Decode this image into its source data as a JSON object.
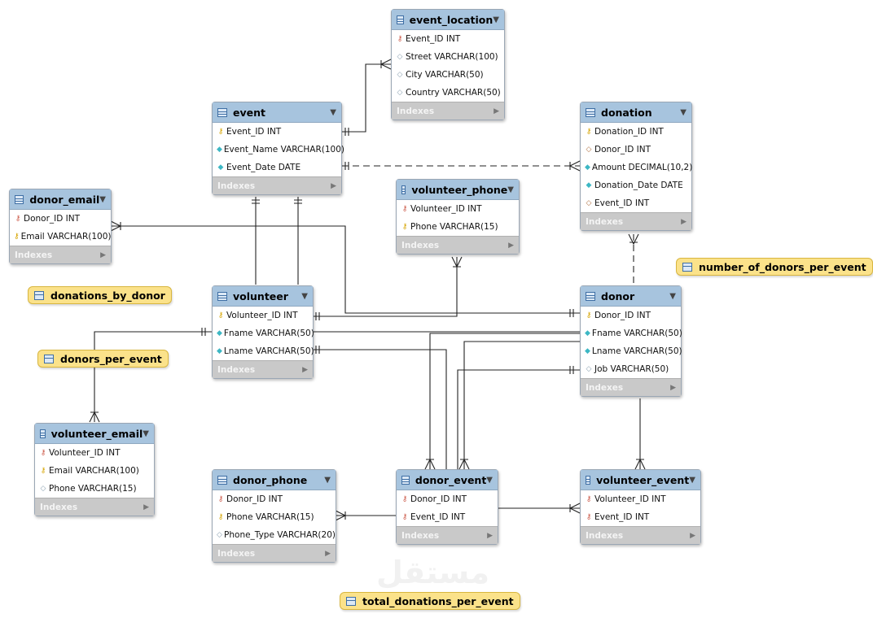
{
  "diagram": {
    "footer_label": "Indexes",
    "tables": [
      {
        "id": "event_location",
        "title": "event_location",
        "columns": [
          {
            "icon": "key-red",
            "text": "Event_ID INT"
          },
          {
            "icon": "diamond-open",
            "text": "Street VARCHAR(100)"
          },
          {
            "icon": "diamond-open",
            "text": "City VARCHAR(50)"
          },
          {
            "icon": "diamond-open",
            "text": "Country VARCHAR(50)"
          }
        ]
      },
      {
        "id": "event",
        "title": "event",
        "columns": [
          {
            "icon": "key-gold",
            "text": "Event_ID INT"
          },
          {
            "icon": "diamond-cyan",
            "text": "Event_Name VARCHAR(100)"
          },
          {
            "icon": "diamond-cyan",
            "text": "Event_Date DATE"
          }
        ]
      },
      {
        "id": "donation",
        "title": "donation",
        "columns": [
          {
            "icon": "key-gold",
            "text": "Donation_ID INT"
          },
          {
            "icon": "diamond-brown",
            "text": "Donor_ID INT"
          },
          {
            "icon": "diamond-cyan",
            "text": "Amount DECIMAL(10,2)"
          },
          {
            "icon": "diamond-cyan",
            "text": "Donation_Date DATE"
          },
          {
            "icon": "diamond-brown",
            "text": "Event_ID INT"
          }
        ]
      },
      {
        "id": "donor_email",
        "title": "donor_email",
        "columns": [
          {
            "icon": "key-red",
            "text": "Donor_ID INT"
          },
          {
            "icon": "key-gold",
            "text": "Email VARCHAR(100)"
          }
        ]
      },
      {
        "id": "volunteer_phone",
        "title": "volunteer_phone",
        "columns": [
          {
            "icon": "key-red",
            "text": "Volunteer_ID INT"
          },
          {
            "icon": "key-gold",
            "text": "Phone VARCHAR(15)"
          }
        ]
      },
      {
        "id": "volunteer",
        "title": "volunteer",
        "columns": [
          {
            "icon": "key-gold",
            "text": "Volunteer_ID INT"
          },
          {
            "icon": "diamond-cyan",
            "text": "Fname VARCHAR(50)"
          },
          {
            "icon": "diamond-cyan",
            "text": "Lname VARCHAR(50)"
          }
        ]
      },
      {
        "id": "donor",
        "title": "donor",
        "columns": [
          {
            "icon": "key-gold",
            "text": "Donor_ID INT"
          },
          {
            "icon": "diamond-cyan",
            "text": "Fname VARCHAR(50)"
          },
          {
            "icon": "diamond-cyan",
            "text": "Lname VARCHAR(50)"
          },
          {
            "icon": "diamond-open",
            "text": "Job VARCHAR(50)"
          }
        ]
      },
      {
        "id": "volunteer_email",
        "title": "volunteer_email",
        "columns": [
          {
            "icon": "key-red",
            "text": "Volunteer_ID INT"
          },
          {
            "icon": "key-gold",
            "text": "Email VARCHAR(100)"
          },
          {
            "icon": "diamond-open",
            "text": "Phone VARCHAR(15)"
          }
        ]
      },
      {
        "id": "donor_phone",
        "title": "donor_phone",
        "columns": [
          {
            "icon": "key-red",
            "text": "Donor_ID INT"
          },
          {
            "icon": "key-gold",
            "text": "Phone VARCHAR(15)"
          },
          {
            "icon": "diamond-open",
            "text": "Phone_Type VARCHAR(20)"
          }
        ]
      },
      {
        "id": "donor_event",
        "title": "donor_event",
        "columns": [
          {
            "icon": "key-red",
            "text": "Donor_ID INT"
          },
          {
            "icon": "key-red",
            "text": "Event_ID INT"
          }
        ]
      },
      {
        "id": "volunteer_event",
        "title": "volunteer_event",
        "columns": [
          {
            "icon": "key-red",
            "text": "Volunteer_ID INT"
          },
          {
            "icon": "key-red",
            "text": "Event_ID INT"
          }
        ]
      }
    ],
    "views": [
      {
        "id": "donations_by_donor",
        "title": "donations_by_donor"
      },
      {
        "id": "donors_per_event",
        "title": "donors_per_event"
      },
      {
        "id": "number_of_donors_per_event",
        "title": "number_of_donors_per_event"
      },
      {
        "id": "total_donations_per_event",
        "title": "total_donations_per_event"
      }
    ]
  },
  "watermark": "مستقل"
}
